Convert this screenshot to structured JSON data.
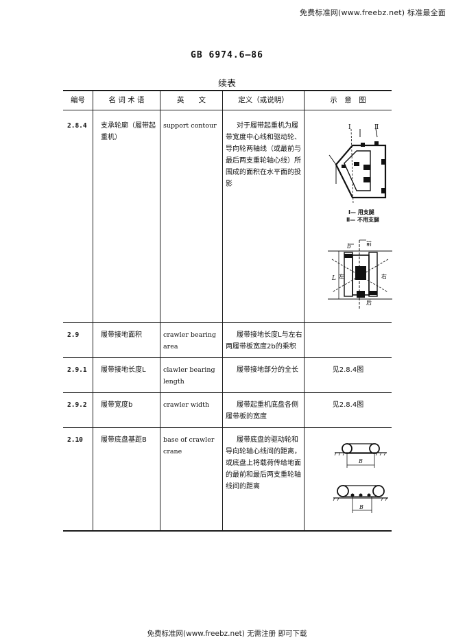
{
  "header": {
    "banner": "免费标准网(www.freebz.net) 标准最全面",
    "standard_code": "GB 6974.6—86",
    "table_title": "续表"
  },
  "columns": [
    "编号",
    "名 词 术 语",
    "英　　文",
    "定义（或说明）",
    "示　意　图"
  ],
  "rows": [
    {
      "code": "2.8.4",
      "term": "支承轮廓（履带起重机）",
      "english": "support contour",
      "definition": "对于履带起重机为履带宽度中心线和驱动轮、导向轮两轴线（或最前与最后两支重轮轴心线）所围成的面积在水平面的投影",
      "figure": {
        "label_I": "Ⅰ",
        "label_II": "Ⅱ",
        "legend_1": "Ⅰ— 用支腿",
        "legend_2": "Ⅱ— 不用支腿",
        "front": "前",
        "rear": "后",
        "left": "左",
        "right": "右",
        "L": "L",
        "b": "b"
      }
    },
    {
      "code": "2.9",
      "term": "履带接地面积",
      "english": "crawler bearing area",
      "definition": "履带接地长度L与左右两履带板宽度2b的乘积",
      "figure_ref": ""
    },
    {
      "code": "2.9.1",
      "term": "履带接地长度L",
      "english": "clawler bearing length",
      "definition": "履带接地部分的全长",
      "figure_ref": "见2.8.4图"
    },
    {
      "code": "2.9.2",
      "term": "履带宽度b",
      "english": "crawler width",
      "definition": "履带起重机底盘各侧履带板的宽度",
      "figure_ref": "见2.8.4图"
    },
    {
      "code": "2.10",
      "term": "履带底盘基距B",
      "english": "base of crawler crane",
      "definition": "履带底盘的驱动轮和导向轮轴心线间的距离，或底盘上将载荷传给地面的最前和最后两支重轮轴线间的距离",
      "figure": {
        "B_top": "B",
        "B_bottom": "B"
      }
    }
  ],
  "footer": "免费标准网(www.freebz.net) 无需注册 即可下载"
}
